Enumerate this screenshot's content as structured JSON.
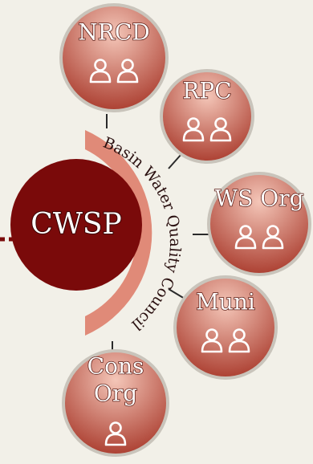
{
  "hub": {
    "label": "CWSP",
    "color": "#7a0a0a"
  },
  "arc": {
    "label": "Basin Water Quality Council",
    "color": "#e08a78"
  },
  "members": [
    {
      "id": "nrcd",
      "lines": [
        "NRCD"
      ],
      "people": 2
    },
    {
      "id": "rpc",
      "lines": [
        "RPC"
      ],
      "people": 2
    },
    {
      "id": "ws-org",
      "lines": [
        "WS Org"
      ],
      "people": 2
    },
    {
      "id": "muni",
      "lines": [
        "Muni"
      ],
      "people": 2
    },
    {
      "id": "cons-org",
      "lines": [
        "Cons",
        "Org"
      ],
      "people": 1
    }
  ],
  "colors": {
    "background": "#f2f0e8",
    "node_dark": "#a93a2c",
    "node_light": "#f4c6b8",
    "node_border": "#c9c4bb",
    "connector": "#2a2a2a",
    "dashed_link": "#7a0a0a"
  },
  "icons": {
    "person": "person-outline-icon"
  }
}
